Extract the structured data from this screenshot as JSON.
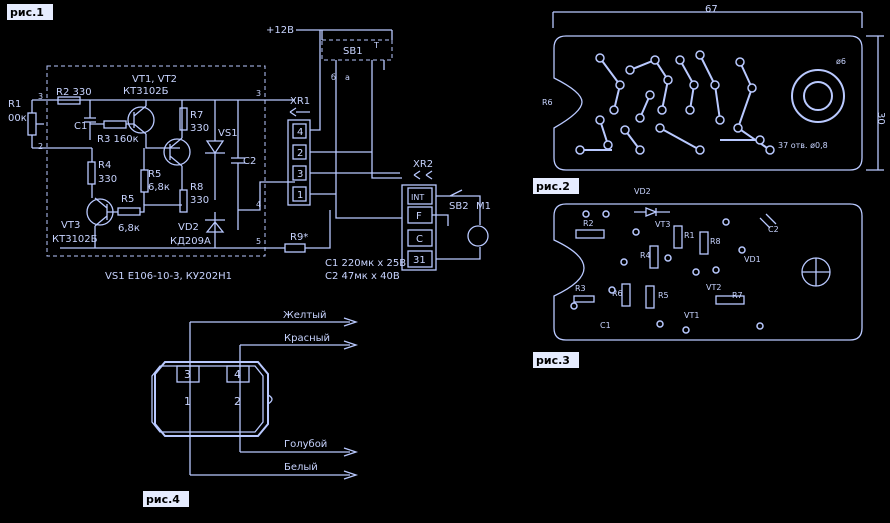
{
  "figures": {
    "fig1_label": "рис.1",
    "fig2_label": "рис.2",
    "fig3_label": "рис.3",
    "fig4_label": "рис.4"
  },
  "schematic": {
    "supply": "+12В",
    "sb1": "SB1",
    "r1": "R1",
    "r1_value": "00к",
    "r2": "R2 330",
    "c1": "C1",
    "r3": "R3 160к",
    "vt12": "VT1, VT2",
    "vt12_type": "КТ3102Б",
    "r7": "R7",
    "r7_value": "330",
    "vs1": "VS1",
    "c2": "C2",
    "r5": "R5",
    "r5_value": "6,8к",
    "r8": "R8",
    "r8_value": "330",
    "r4": "R4",
    "r4_value": "330",
    "vt3": "VT3",
    "vt3_type": "КТ3102Б",
    "r6": "R5",
    "r6_value": "6,8к",
    "vd2": "VD2",
    "vd2_type": "КД209А",
    "r9": "R9*",
    "xr1": "XR1",
    "xr2": "XR2",
    "pins": [
      "4",
      "2",
      "3",
      "1"
    ],
    "relay_pins": [
      "INT",
      "F",
      "C",
      "31"
    ],
    "sb2": "SB2",
    "m1": "M1",
    "c1_spec": "C1 220мк х 25В",
    "c2_spec": "C2 47мк х 40В",
    "vs1_spec": "VS1 E106-10-3, КУ202Н1"
  },
  "board": {
    "width_dim": "67",
    "height_dim": "30",
    "hole_small": "ø6",
    "radius": "R6",
    "holes_note": "37 отв. ø0,8"
  },
  "connector": {
    "pins": [
      "3",
      "4",
      "1",
      "2"
    ],
    "wires": [
      "Желтый",
      "Красный",
      "Голубой",
      "Белый"
    ]
  },
  "components_fig3": {
    "labels": [
      "R2",
      "VD2",
      "VT3",
      "R1",
      "R8",
      "C2",
      "R4",
      "R6",
      "R5",
      "VD1",
      "VT2",
      "R7",
      "R3",
      "VT1",
      "C1"
    ]
  }
}
